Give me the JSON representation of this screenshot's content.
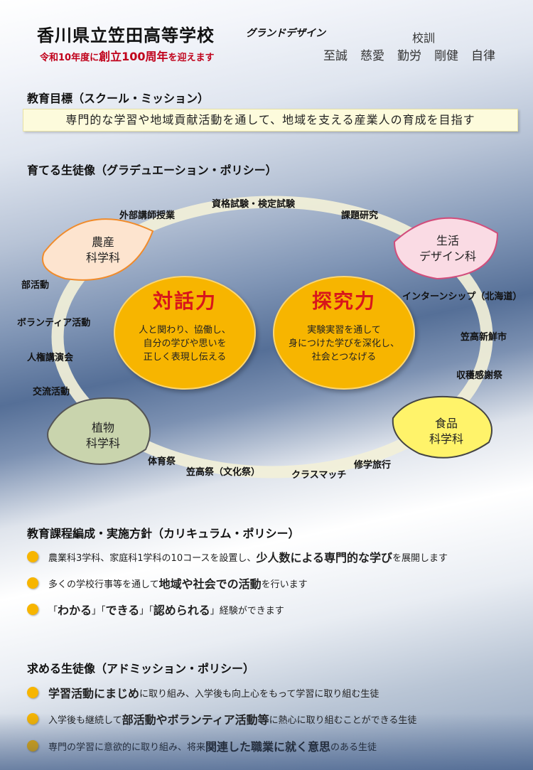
{
  "header": {
    "school_name": "香川県立笠田高等学校",
    "grand_design": "グランドデザイン",
    "anniversary_pre": "令和10年度に",
    "anniversary_big": "創立100周年",
    "anniversary_post": "を迎えます",
    "motto_title": "校訓",
    "motto": [
      "至誠",
      "慈愛",
      "勤労",
      "剛健",
      "自律"
    ]
  },
  "mission": {
    "title": "教育目標（スクール・ミッション）",
    "text": "専門的な学習や地域貢献活動を通して、地域を支える産業人の育成を目指す"
  },
  "graduation": {
    "title": "育てる生徒像（グラデュエーション・ポリシー）",
    "depts": {
      "nousan": [
        "農産",
        "科学科"
      ],
      "seikatsu": [
        "生活",
        "デザイン科"
      ],
      "shokubutsu": [
        "植物",
        "科学科"
      ],
      "shokuhin": [
        "食品",
        "科学科"
      ]
    },
    "dialogue": {
      "title": "対話力",
      "lines": [
        "人と関わり、協働し、",
        "自分の学びや思いを",
        "正しく表現し伝える"
      ]
    },
    "inquiry": {
      "title": "探究力",
      "lines": [
        "実験実習を通して",
        "身につけた学びを深化し、",
        "社会とつなげる"
      ]
    },
    "ring": {
      "gaibu": "外部講師授業",
      "shikaku": "資格試験・検定試験",
      "kadai": "課題研究",
      "bukatsu": "部活動",
      "intern": "インターンシップ（北海道）",
      "volunteer": "ボランティア活動",
      "shinsen": "笠高新鮮市",
      "jinken": "人権講演会",
      "shukaku": "収穫感謝祭",
      "koryu": "交流活動",
      "taiiku": "体育祭",
      "bunka": "笠高祭（文化祭）",
      "class": "クラスマッチ",
      "shugaku": "修学旅行"
    }
  },
  "curriculum": {
    "title": "教育課程編成・実施方針（カリキュラム・ポリシー）",
    "items": [
      {
        "a": "農業科3学科、家庭科1学科の10コースを設置し、",
        "b": "少人数による専門的な学び",
        "c": "を展開します",
        "d": ""
      },
      {
        "a": "多くの学校行事等を通して",
        "b": "地域や社会での活動",
        "c": "を行います",
        "d": ""
      },
      {
        "a": "「",
        "b": "わかる",
        "c": "」「",
        "d": "できる",
        "e": "」「",
        "f": "認められる",
        "g": "」経験ができます"
      }
    ]
  },
  "admission": {
    "title": "求める生徒像（アドミッション・ポリシー）",
    "items": [
      {
        "a": "",
        "b": "学習活動にまじめ",
        "c": "に取り組み、入学後も向上心をもって学習に取り組む生徒"
      },
      {
        "a": "入学後も継続して",
        "b": "部活動やボランティア活動等",
        "c": "に熱心に取り組むことができる生徒"
      },
      {
        "a": "専門の学習に意欲的に取り組み、将来",
        "b": "関連した職業に就く意思",
        "c": "のある生徒"
      }
    ]
  },
  "colors": {
    "accent_yellow": "#f7b500",
    "accent_red": "#d8161b",
    "nousan_fill": "#fde4cf",
    "seikatsu_fill": "#fadbe4",
    "shokubutsu_fill": "#c9d4ad",
    "shokuhin_fill": "#fff36a"
  }
}
